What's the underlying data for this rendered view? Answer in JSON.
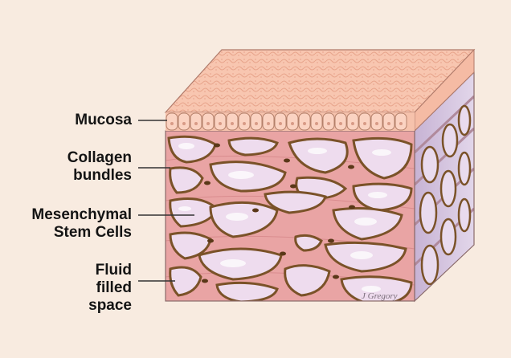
{
  "labels": {
    "mucosa": [
      "Mucosa"
    ],
    "collagen": [
      "Collagen",
      "bundles"
    ],
    "mesenchymal": [
      "Mesenchymal",
      "Stem Cells"
    ],
    "fluid": [
      "Fluid",
      "filled",
      "space"
    ]
  },
  "signature": "J Gregory",
  "colors": {
    "background": "#f8ebe0",
    "collagen_pink": "#e8a3a3",
    "fluid_space": "#eedcee",
    "cell_brown": "#7a5228",
    "mucosa_cells": "#f8c8b4",
    "side_face": "#d3c2dc",
    "label_text": "#141414"
  }
}
